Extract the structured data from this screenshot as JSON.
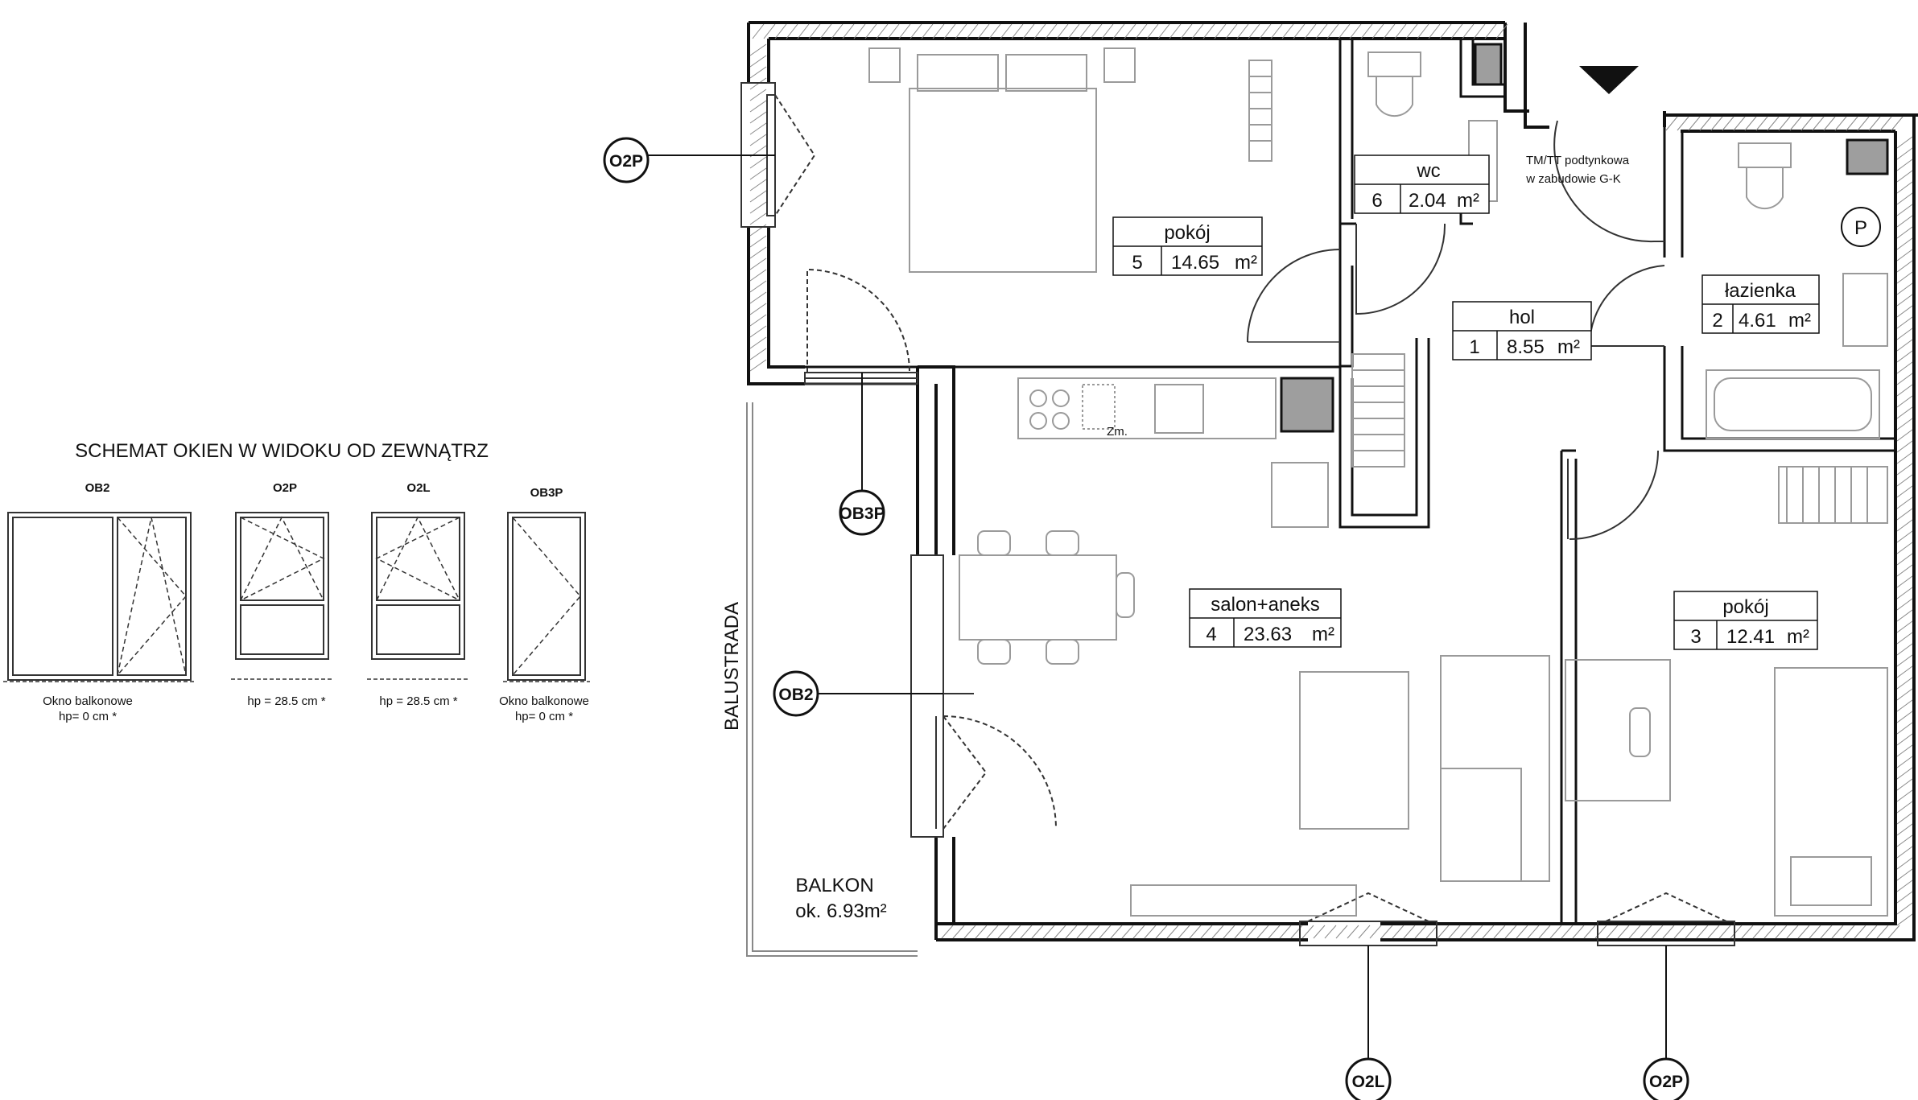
{
  "legend": {
    "title": "SCHEMAT OKIEN W WIDOKU OD ZEWNĄTRZ",
    "windows": [
      {
        "code": "OB2",
        "caption_line1": "Okno balkonowe",
        "caption_line2": "hp= 0 cm *"
      },
      {
        "code": "O2P",
        "caption_line1": "hp = 28.5 cm *",
        "caption_line2": ""
      },
      {
        "code": "O2L",
        "caption_line1": "hp = 28.5 cm *",
        "caption_line2": ""
      },
      {
        "code": "OB3P",
        "caption_line1": "Okno balkonowe",
        "caption_line2": "hp= 0 cm *"
      }
    ]
  },
  "rooms": {
    "pokoj5": {
      "name": "pokój",
      "number": "5",
      "area": "14.65",
      "unit": "m²"
    },
    "wc": {
      "name": "wc",
      "number": "6",
      "area": "2.04",
      "unit": "m²"
    },
    "hol": {
      "name": "hol",
      "number": "1",
      "area": "8.55",
      "unit": "m²"
    },
    "lazienka": {
      "name": "łazienka",
      "number": "2",
      "area": "4.61",
      "unit": "m²"
    },
    "salon": {
      "name": "salon+aneks",
      "number": "4",
      "area": "23.63",
      "unit": "m²"
    },
    "pokoj3": {
      "name": "pokój",
      "number": "3",
      "area": "12.41",
      "unit": "m²"
    }
  },
  "balcony": {
    "name": "BALKON",
    "area": "ok. 6.93m²",
    "railing": "BALUSTRADA"
  },
  "annotations": {
    "tmtt_line1": "TM/TT podtynkowa",
    "tmtt_line2": "w zabudowie G-K",
    "zm": "Zm.",
    "p": "P"
  },
  "window_tags": {
    "o2p_top": "O2P",
    "ob3p": "OB3P",
    "ob2": "OB2",
    "o2l_bottom": "O2L",
    "o2p_bottom": "O2P"
  },
  "colors": {
    "wall": "#111111",
    "shaft": "#9e9e9e",
    "furniture": "#9a9a9a"
  }
}
